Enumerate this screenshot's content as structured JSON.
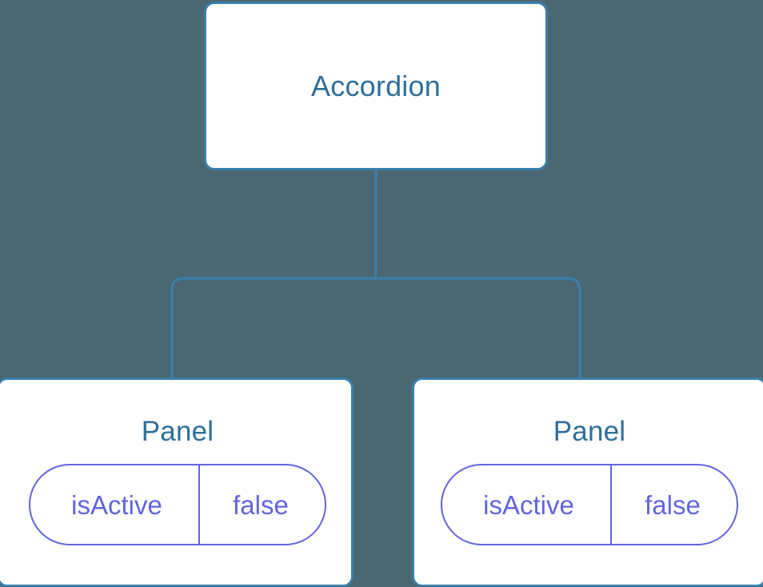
{
  "diagram": {
    "type": "component-tree",
    "background_color": "#4b6771",
    "node_border_color": "#3a80ad",
    "node_title_color": "#2f6f9b",
    "pill_color": "#6366dd",
    "connector_color": "#3a80ad",
    "root": {
      "title": "Accordion"
    },
    "children": [
      {
        "title": "Panel",
        "state": {
          "key": "isActive",
          "value": "false"
        }
      },
      {
        "title": "Panel",
        "state": {
          "key": "isActive",
          "value": "false"
        }
      }
    ]
  }
}
